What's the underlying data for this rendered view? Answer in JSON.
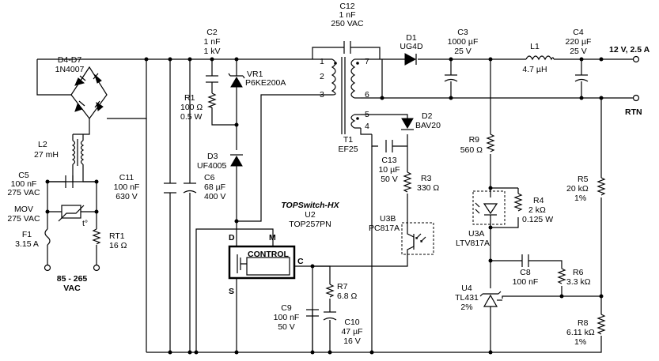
{
  "components": {
    "c12": {
      "ref": "C12",
      "value": "1 nF",
      "rating": "250 VAC"
    },
    "c2": {
      "ref": "C2",
      "value": "1 nF",
      "rating": "1 kV"
    },
    "d4d7": {
      "ref": "D4-D7",
      "part": "1N4007"
    },
    "vr1": {
      "ref": "VR1",
      "part": "P6KE200A"
    },
    "r1": {
      "ref": "R1",
      "value": "100 Ω",
      "rating": "0.5 W"
    },
    "d1": {
      "ref": "D1",
      "part": "UG4D"
    },
    "c3": {
      "ref": "C3",
      "value": "1000 µF",
      "rating": "25 V"
    },
    "l1": {
      "ref": "L1",
      "value": "4.7 µH"
    },
    "c4": {
      "ref": "C4",
      "value": "220 µF",
      "rating": "25 V"
    },
    "d2": {
      "ref": "D2",
      "part": "BAV20"
    },
    "l2": {
      "ref": "L2",
      "value": "27 mH"
    },
    "d3": {
      "ref": "D3",
      "part": "UF4005"
    },
    "t1": {
      "ref": "T1",
      "part": "EF25"
    },
    "c13": {
      "ref": "C13",
      "value": "10 µF",
      "rating": "50 V"
    },
    "r9": {
      "ref": "R9",
      "value": "560 Ω"
    },
    "c5": {
      "ref": "C5",
      "value": "100 nF",
      "rating": "275 VAC"
    },
    "c11": {
      "ref": "C11",
      "value": "100 nF",
      "rating": "630 V"
    },
    "c6": {
      "ref": "C6",
      "value": "68 µF",
      "rating": "400 V"
    },
    "r3": {
      "ref": "R3",
      "value": "330 Ω"
    },
    "r5": {
      "ref": "R5",
      "value": "20 kΩ",
      "tol": "1%"
    },
    "mov": {
      "ref": "MOV",
      "rating": "275 VAC"
    },
    "r4": {
      "ref": "R4",
      "value": "2 kΩ",
      "rating": "0.125 W"
    },
    "u2": {
      "family": "TOPSwitch-HX",
      "ref": "U2",
      "part": "TOP257PN",
      "control": "CONTROL",
      "pin_d": "D",
      "pin_m": "M",
      "pin_c": "C",
      "pin_s": "S"
    },
    "f1": {
      "ref": "F1",
      "value": "3.15 A"
    },
    "rt1": {
      "ref": "RT1",
      "value": "16 Ω"
    },
    "u3b": {
      "ref": "U3B",
      "part": "PC817A"
    },
    "u3a": {
      "ref": "U3A",
      "part": "LTV817A"
    },
    "c8": {
      "ref": "C8",
      "value": "100 nF"
    },
    "r6": {
      "ref": "R6",
      "value": "3.3 kΩ"
    },
    "r7": {
      "ref": "R7",
      "value": "6.8 Ω"
    },
    "u4": {
      "ref": "U4",
      "part": "TL431",
      "tol": "2%"
    },
    "c9": {
      "ref": "C9",
      "value": "100 nF",
      "rating": "50 V"
    },
    "c10": {
      "ref": "C10",
      "value": "47 µF",
      "rating": "16 V"
    },
    "r8": {
      "ref": "R8",
      "value": "6.11 kΩ",
      "tol": "1%"
    }
  },
  "transformer_pins": [
    "1",
    "2",
    "3",
    "7",
    "6",
    "5",
    "4"
  ],
  "thermistor_mark": "t°",
  "outputs": {
    "main": "12 V, 2.5 A",
    "return": "RTN"
  },
  "input": {
    "voltage": "85 - 265",
    "type": "VAC"
  }
}
